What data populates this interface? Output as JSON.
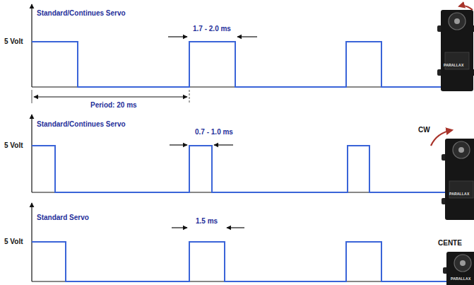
{
  "diagram": {
    "labels": [
      "Standard/Continues Servo",
      "5 Volt",
      "1.7 - 2.0 ms",
      "Period: 20 ms",
      "PARALLAX",
      "Standard/Continues Servo",
      "5 Volt",
      "0.7 - 1.0 ms",
      "CW",
      "PARALLAX",
      "Standard Servo",
      "5 Volt",
      "1.5 ms",
      "CENTE",
      "PARALLAX"
    ]
  }
}
